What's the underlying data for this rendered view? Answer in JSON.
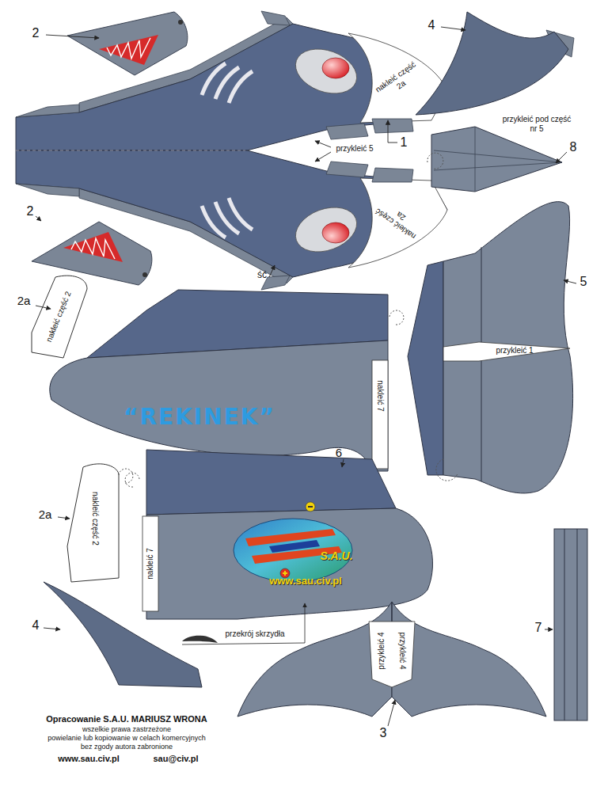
{
  "diagram": {
    "labels": [
      "2",
      "4",
      "nakleić część 2a",
      "1",
      "przykleić 5",
      "przykleić pod część nr 5",
      "8",
      "2",
      "nakleić część 2a",
      "ść",
      "5",
      "2a",
      "nakleić część 2",
      "przykleić 1",
      "nakleić 7",
      "“REKINEK”",
      "6",
      "2a",
      "nakleić część 2",
      "nakleić 7",
      "S.A.U.",
      "www.sau.civ.pl",
      "4",
      "przekrój skrzydła",
      "7",
      "przykleić 4",
      "przykleić 4",
      "3",
      "Opracowanie S.A.U. MARIUSZ WRONA",
      "wszelkie prawa zastrzeżone",
      "powielanie lub kopiowanie w celach komercyjnych",
      "bez zgody autora zabronione",
      "www.sau.civ.pl",
      "sau@civ.pl"
    ]
  }
}
